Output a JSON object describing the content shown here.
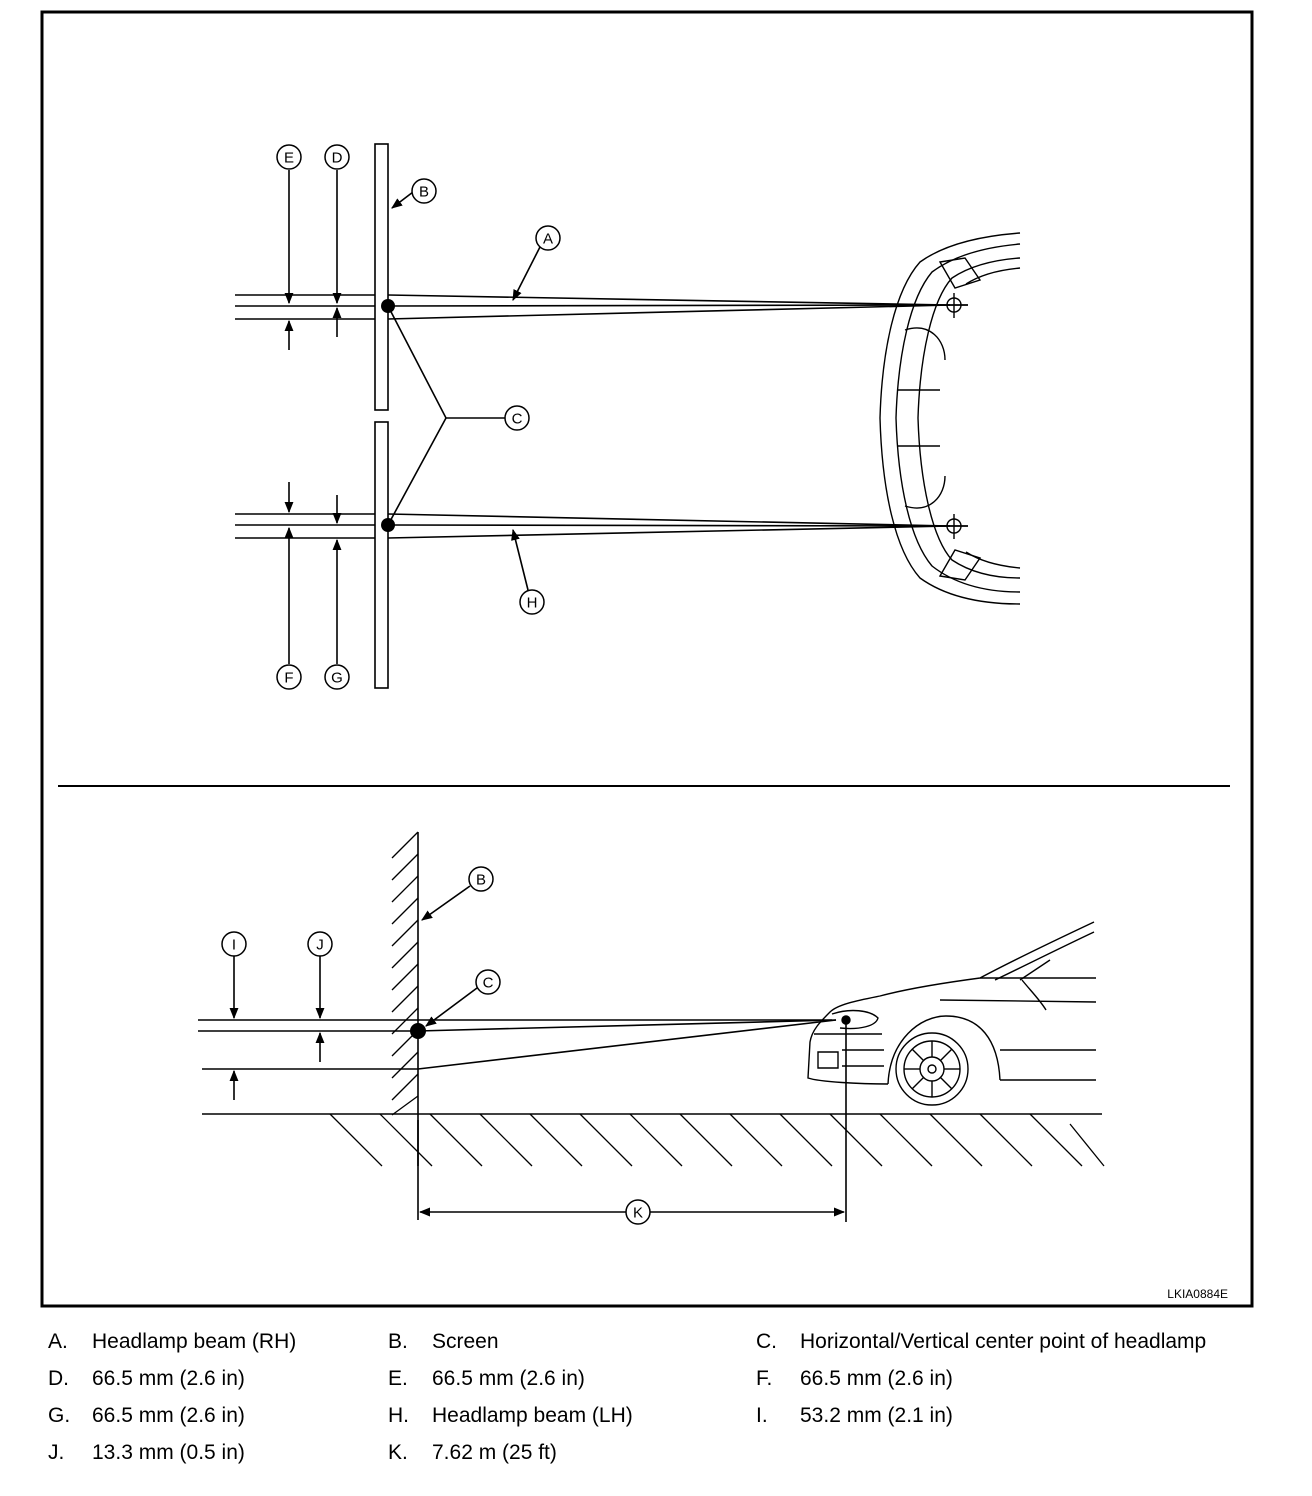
{
  "figure": {
    "code": "LKIA0884E",
    "callouts": {
      "top_e": "E",
      "top_d": "D",
      "top_b": "B",
      "top_a": "A",
      "top_c": "C",
      "top_h": "H",
      "top_f": "F",
      "top_g": "G",
      "side_i": "I",
      "side_j": "J",
      "side_b": "B",
      "side_c": "C",
      "side_k": "K"
    }
  },
  "legend": [
    {
      "key": "A.",
      "text": "Headlamp beam (RH)"
    },
    {
      "key": "B.",
      "text": "Screen"
    },
    {
      "key": "C.",
      "text": "Horizontal/Vertical center point of headlamp"
    },
    {
      "key": "D.",
      "text": "66.5 mm (2.6 in)"
    },
    {
      "key": "E.",
      "text": "66.5 mm (2.6 in)"
    },
    {
      "key": "F.",
      "text": "66.5 mm (2.6 in)"
    },
    {
      "key": "G.",
      "text": "66.5 mm (2.6 in)"
    },
    {
      "key": "H.",
      "text": "Headlamp beam (LH)"
    },
    {
      "key": "I.",
      "text": "53.2 mm (2.1 in)"
    },
    {
      "key": "J.",
      "text": "13.3 mm (0.5 in)"
    },
    {
      "key": "K.",
      "text": "7.62 m (25 ft)"
    }
  ]
}
